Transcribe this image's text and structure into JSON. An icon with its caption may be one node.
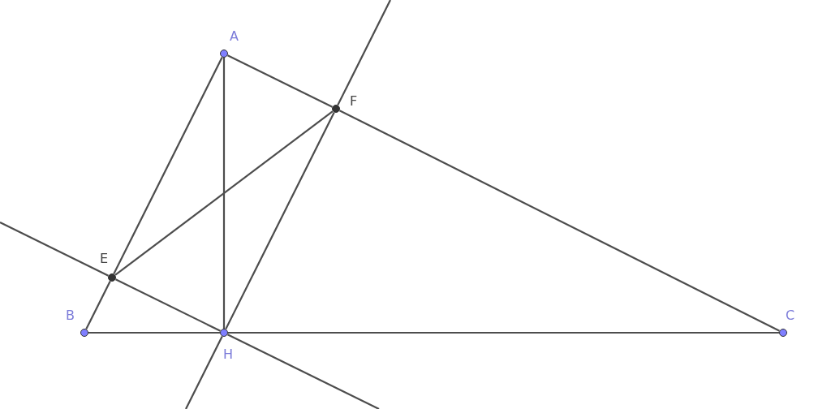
{
  "diagram": {
    "nodes": [
      {
        "text": [
          "A"
        ]
      },
      {
        "text": [
          "F"
        ]
      },
      {
        "text": [
          "E"
        ]
      },
      {
        "text": [
          "B"
        ]
      },
      {
        "text": [
          "H"
        ]
      },
      {
        "text": [
          "C"
        ]
      }
    ],
    "edges": [
      {
        "from": 0,
        "to": 2,
        "arrow": "none"
      },
      {
        "from": 2,
        "to": 3,
        "arrow": "none"
      },
      {
        "from": 0,
        "to": 1,
        "arrow": "none"
      },
      {
        "from": 1,
        "to": 5,
        "arrow": "none"
      },
      {
        "from": 3,
        "to": 4,
        "arrow": "none"
      },
      {
        "from": 4,
        "to": 5,
        "arrow": "none"
      },
      {
        "from": 0,
        "to": 4,
        "arrow": "none"
      },
      {
        "from": 2,
        "to": 1,
        "arrow": "none"
      },
      {
        "from": null,
        "to": 2,
        "arrow": "none"
      },
      {
        "from": 2,
        "to": 4,
        "arrow": "none"
      },
      {
        "from": 4,
        "to": null,
        "arrow": "none"
      },
      {
        "from": null,
        "to": 1,
        "arrow": "none"
      },
      {
        "from": 1,
        "to": 4,
        "arrow": "none"
      },
      {
        "from": 4,
        "to": null,
        "arrow": "none"
      }
    ]
  }
}
